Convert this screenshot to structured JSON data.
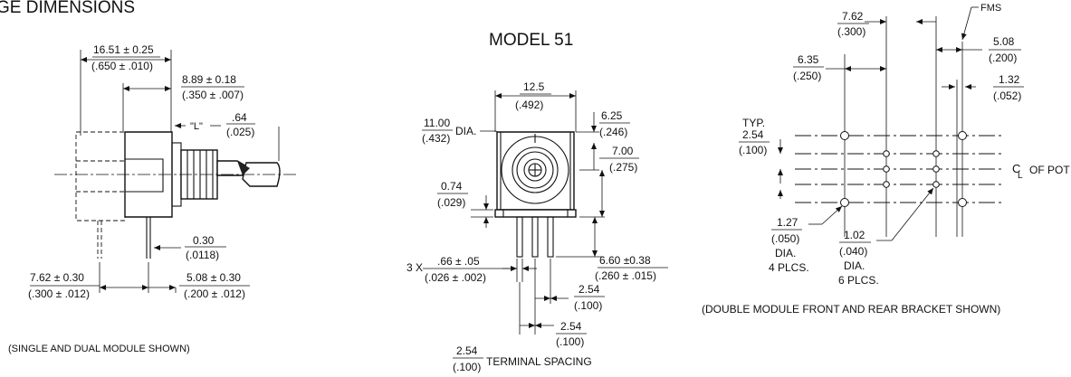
{
  "page": {
    "heading": "GE DIMENSIONS"
  },
  "left_view": {
    "dims": {
      "overall": "16.51 ± 0.25",
      "overall_in": "(.650 ± .010)",
      "shaft": "8.89 ± 0.18",
      "shaft_in": "(.350 ± .007)",
      "l_label": "\"L\"",
      "l_val": ".64",
      "l_val_in": "(.025)",
      "pin": "0.30",
      "pin_in": "(.0118)",
      "left_spacing": "7.62 ± 0.30",
      "left_spacing_in": "(.300 ± .012)",
      "right_spacing": "5.08 ± 0.30",
      "right_spacing_in": "(.200 ± .012)"
    },
    "caption": "(SINGLE AND DUAL MODULE SHOWN)"
  },
  "middle_view": {
    "title": "MODEL 51",
    "dims": {
      "width": "12.5",
      "width_in": "(.492)",
      "dia": "11.00",
      "dia_in": "(.432)",
      "dia_label": "DIA.",
      "top_right": "6.25",
      "top_right_in": "(.246)",
      "mid_right": "7.00",
      "mid_right_in": "(.275)",
      "left_small": "0.74",
      "left_small_in": "(.029)",
      "term_prefix": "3 X",
      "term": ".66 ± .05",
      "term_in": "(.026 ± .002)",
      "term_len": "6.60 ±0.38",
      "term_len_in": "(.260 ± .015)",
      "sp1": "2.54",
      "sp1_in": "(.100)",
      "sp2": "2.54",
      "sp2_in": "(.100)",
      "spacing": "2.54",
      "spacing_in": "(.100)",
      "spacing_label": "TERMINAL SPACING"
    }
  },
  "right_view": {
    "dims": {
      "top": "7.62",
      "top_in": "(.300)",
      "fms": "FMS",
      "left": "6.35",
      "left_in": "(.250)",
      "r1": "5.08",
      "r1_in": "(.200)",
      "r2": "1.32",
      "r2_in": "(.052)",
      "typ": "TYP.",
      "typ_val": "2.54",
      "typ_val_in": "(.100)",
      "cl_symbol": "C",
      "cl_sub": "L",
      "cl_text": "OF POT",
      "hole1": "1.27",
      "hole1_in": "(.050)",
      "hole1_dia": "DIA.",
      "hole1_qty": "4 PLCS.",
      "hole2": "1.02",
      "hole2_in": "(.040)",
      "hole2_dia": "DIA.",
      "hole2_qty": "6 PLCS."
    },
    "caption": "(DOUBLE MODULE FRONT AND REAR BRACKET SHOWN)"
  }
}
